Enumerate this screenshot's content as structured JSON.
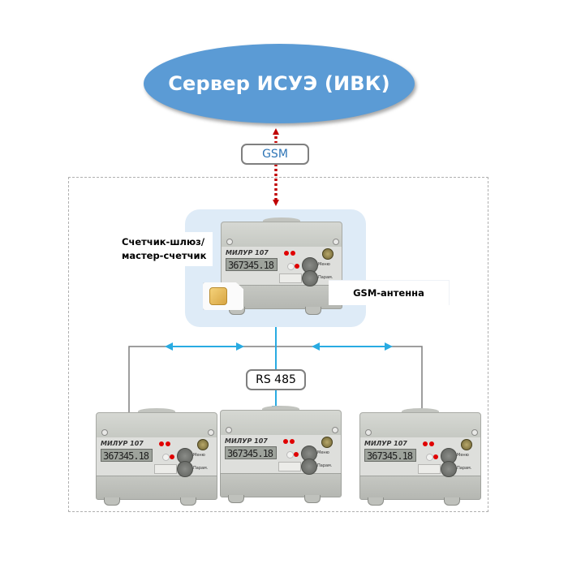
{
  "server": {
    "label": "Сервер ИСУЭ (ИВК)"
  },
  "links": {
    "gsm_label": "GSM",
    "rs485_label": "RS 485"
  },
  "master": {
    "label_line1": "Счетчик-шлюз/",
    "label_line2": "мастер-счетчик",
    "antenna_label": "GSM-антенна"
  },
  "meter": {
    "brand": "МИЛУР",
    "model": "107",
    "display_value": "367345.18",
    "button_mode": "Меню",
    "button_param": "Парам."
  },
  "colors": {
    "server_fill": "#5b9bd5",
    "gsm_link": "#c00000",
    "rs485_link": "#29abe2",
    "master_panel": "#deebf7",
    "gsm_text": "#2e75b6"
  },
  "slave_meters": [
    {
      "display_value": "367345.18"
    },
    {
      "display_value": "367345.18"
    },
    {
      "display_value": "367345.18"
    }
  ]
}
